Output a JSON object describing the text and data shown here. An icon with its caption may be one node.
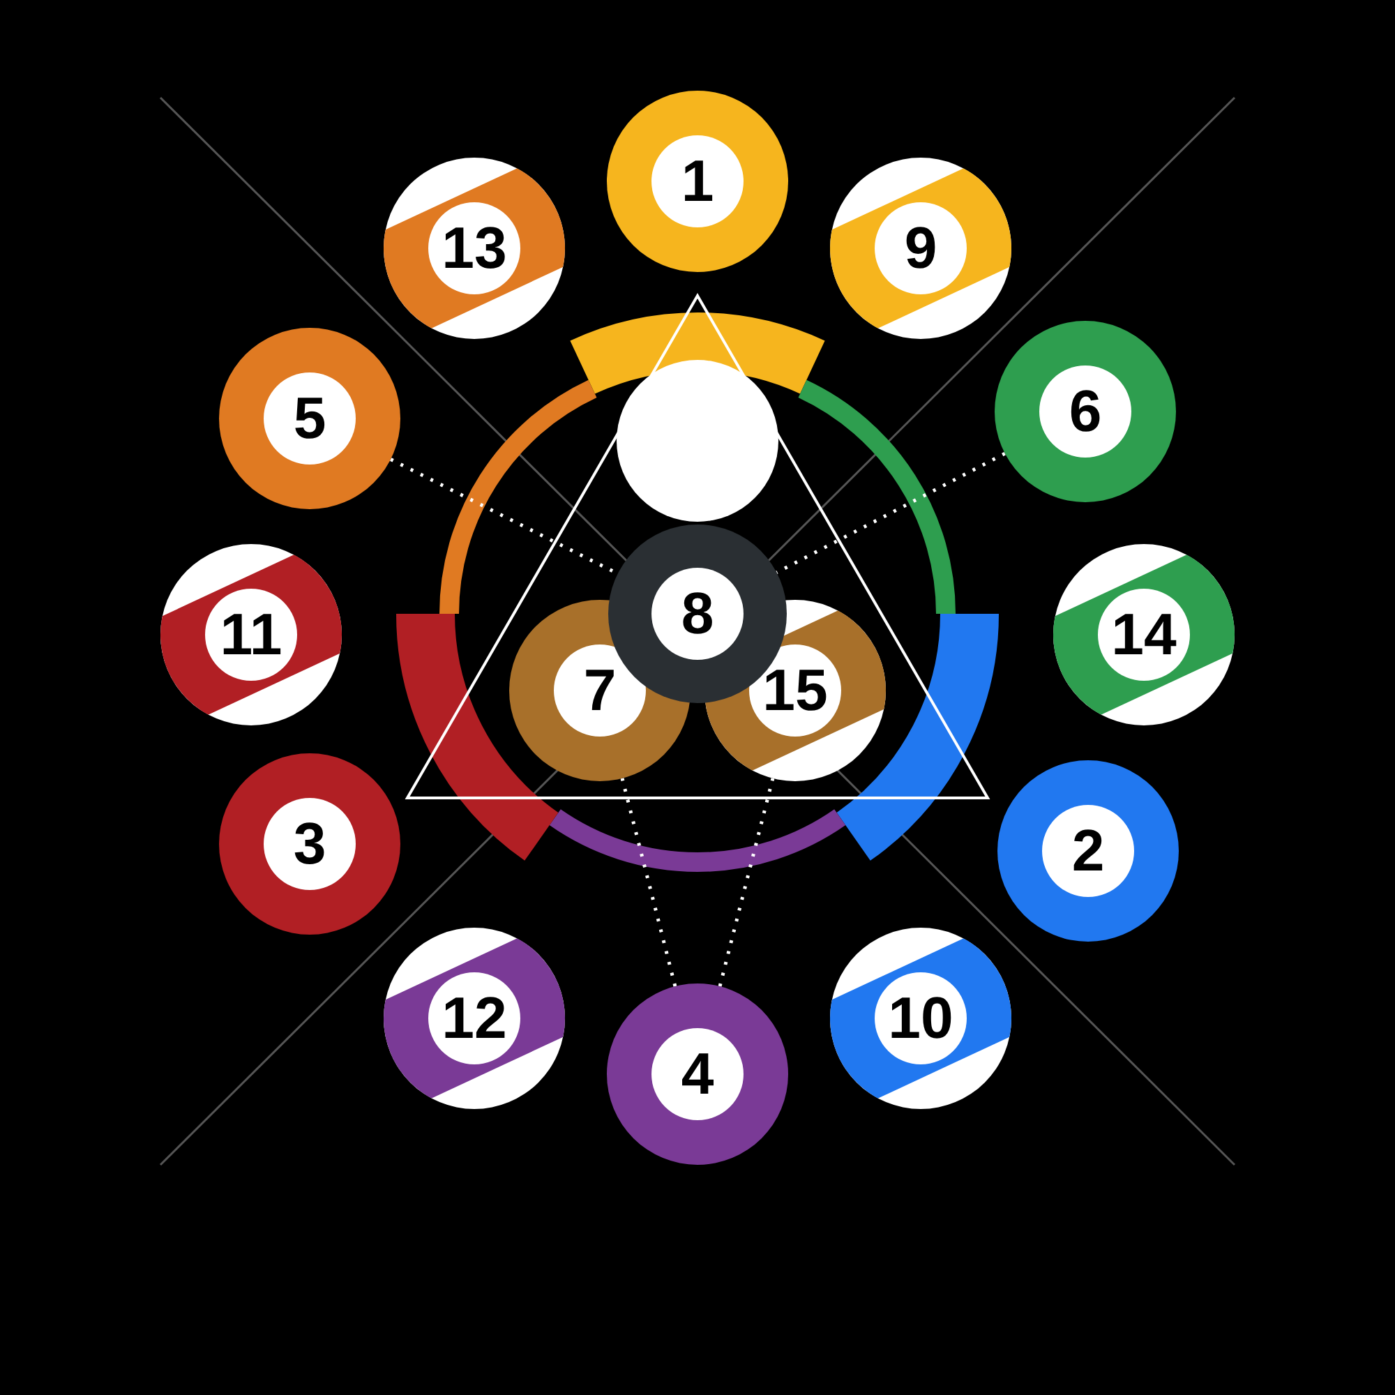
{
  "diagram": {
    "nodes": [
      {
        "text": [
          "1"
        ]
      },
      {
        "text": [
          "13"
        ]
      },
      {
        "text": [
          "9"
        ]
      },
      {
        "text": [
          "5"
        ]
      },
      {
        "text": [
          "6"
        ]
      },
      {
        "text": [],
        "shape": "circle"
      },
      {
        "text": [
          "8"
        ]
      },
      {
        "text": [
          "11"
        ]
      },
      {
        "text": [
          "14"
        ]
      },
      {
        "text": [
          "7"
        ]
      },
      {
        "text": [
          "15"
        ]
      },
      {
        "text": [
          "3"
        ]
      },
      {
        "text": [
          "2"
        ]
      },
      {
        "text": [
          "12"
        ]
      },
      {
        "text": [
          "10"
        ]
      },
      {
        "text": [
          "4"
        ]
      }
    ],
    "edges": [
      {
        "from": 3,
        "to": 6,
        "arrow": "none",
        "style": "dashed"
      },
      {
        "from": 4,
        "to": 6,
        "arrow": "none",
        "style": "dashed"
      },
      {
        "from": 15,
        "to": 9,
        "arrow": "none",
        "style": "dashed"
      },
      {
        "from": 15,
        "to": 10,
        "arrow": "none",
        "style": "dashed"
      }
    ]
  }
}
